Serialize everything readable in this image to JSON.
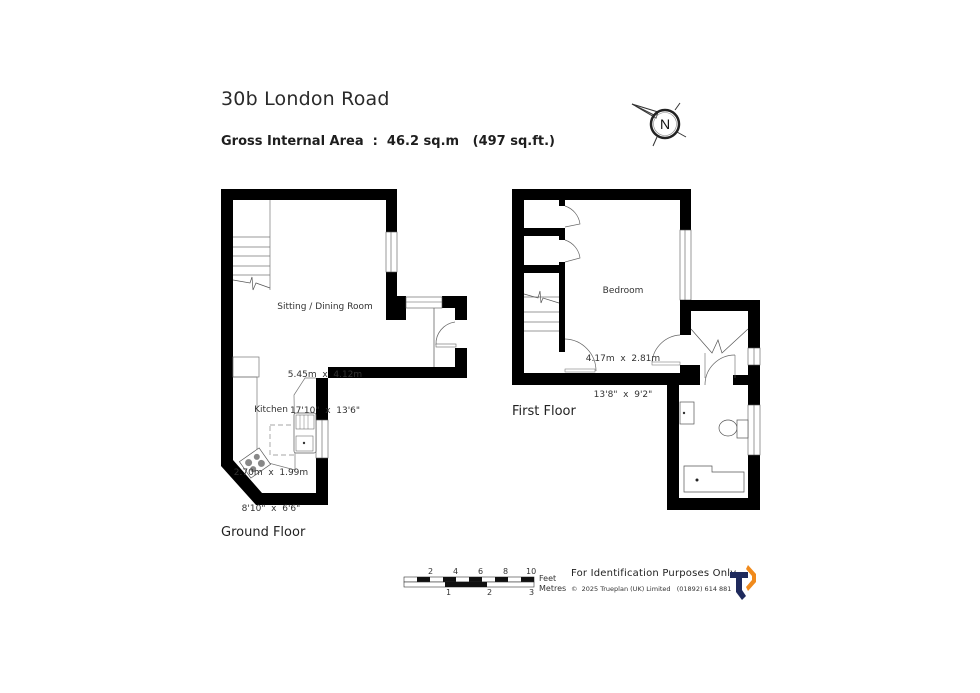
{
  "header": {
    "title": "30b London Road",
    "gross_internal_area": "Gross Internal Area  :  46.2 sq.m   (497 sq.ft.)"
  },
  "compass": {
    "label": "N",
    "icon": "north-compass-icon"
  },
  "floors": [
    {
      "name": "Ground Floor",
      "rooms": [
        {
          "name": "Sitting / Dining Room",
          "metric": "5.45m  x  4.12m",
          "imperial": "17'10\"  x  13'6\""
        },
        {
          "name": "Kitchen",
          "metric": "2.70m  x  1.99m",
          "imperial": "8'10\"  x  6'6\""
        }
      ]
    },
    {
      "name": "First Floor",
      "rooms": [
        {
          "name": "Bedroom",
          "metric": "4.17m  x  2.81m",
          "imperial": "13'8\"  x  9'2\""
        }
      ]
    }
  ],
  "scale_bar": {
    "feet_ticks": [
      "2",
      "4",
      "6",
      "8",
      "10"
    ],
    "metre_ticks": [
      "1",
      "2",
      "3"
    ],
    "feet_label": "Feet",
    "metres_label": "Metres"
  },
  "footer": {
    "disclaimer": "For Identification Purposes Only.",
    "copyright": "©  2025 Trueplan (UK) Limited   (01892) 614 881",
    "logo_colors": {
      "navy": "#1f2a5c",
      "orange": "#f08a1c"
    }
  }
}
